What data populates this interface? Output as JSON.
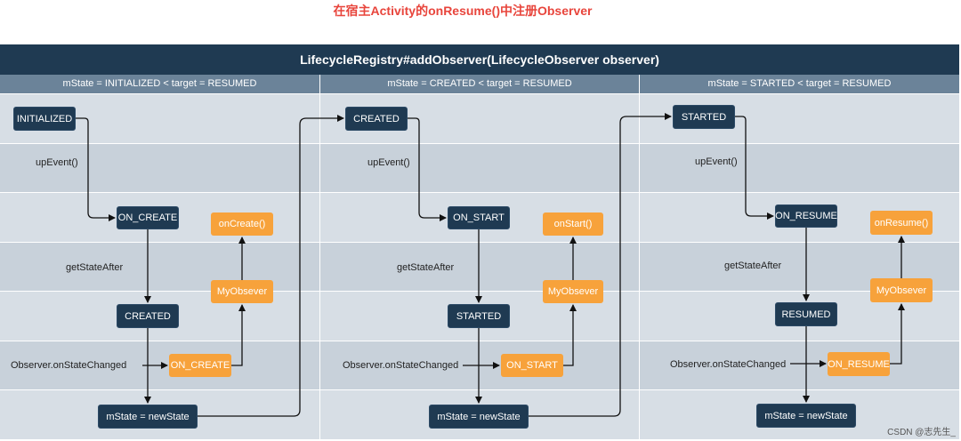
{
  "title": "在宿主Activity的onResume()中注册Observer",
  "header": "LifecycleRegistry#addObserver(LifecycleObserver observer)",
  "columns": [
    {
      "header": "mState = INITIALIZED < target = RESUMED",
      "initial": "INITIALIZED",
      "event": "ON_CREATE",
      "after_state": "CREATED",
      "callback": "onCreate()",
      "observer": "MyObsever",
      "dispatch": "ON_CREATE",
      "final": "mState = newState"
    },
    {
      "header": "mState = CREATED < target = RESUMED",
      "initial": "CREATED",
      "event": "ON_START",
      "after_state": "STARTED",
      "callback": "onStart()",
      "observer": "MyObsever",
      "dispatch": "ON_START",
      "final": "mState = newState"
    },
    {
      "header": "mState = STARTED < target = RESUMED",
      "initial": "STARTED",
      "event": "ON_RESUME",
      "after_state": "RESUMED",
      "callback": "onResume()",
      "observer": "MyObsever",
      "dispatch": "ON_RESUME",
      "final": "mState = newState"
    }
  ],
  "labels": {
    "up_event": "upEvent()",
    "get_state_after": "getStateAfter",
    "on_state_changed": "Observer.onStateChanged"
  },
  "watermark": "CSDN @志先生_",
  "colors": {
    "title": "#e8453c",
    "navy": "#1f3a52",
    "orange": "#f7a23b",
    "band_light": "#d7dee5",
    "band_dark": "#c8d1da"
  }
}
